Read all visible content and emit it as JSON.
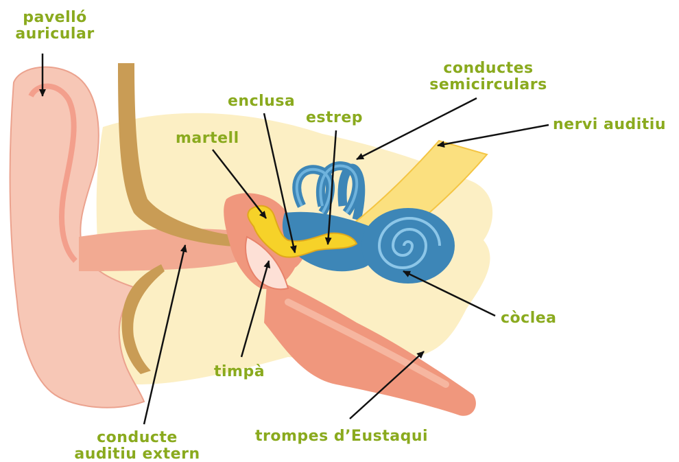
{
  "diagram": {
    "colors": {
      "label": "#8aaa1e",
      "arrow": "#111111",
      "skin": "#f3b9a4",
      "skin_dark": "#e58e78",
      "bone_bg": "#fcefc4",
      "canal": "#c99c55",
      "ossicles": "#f6d229",
      "cochlea": "#3d86b7",
      "nerve": "#fbe07f"
    },
    "labels": {
      "pinna_line1": "pavelló",
      "pinna_line2": "auricular",
      "incus": "enclusa",
      "stapes": "estrep",
      "malleus": "martell",
      "semicircular_line1": "conductes",
      "semicircular_line2": "semicirculars",
      "auditory_nerve": "nervi auditiu",
      "cochlea": "còclea",
      "eardrum": "timpà",
      "ear_canal_line1": "conducte",
      "ear_canal_line2": "auditiu extern",
      "eustachian": "trompes d’Eustaqui"
    }
  }
}
